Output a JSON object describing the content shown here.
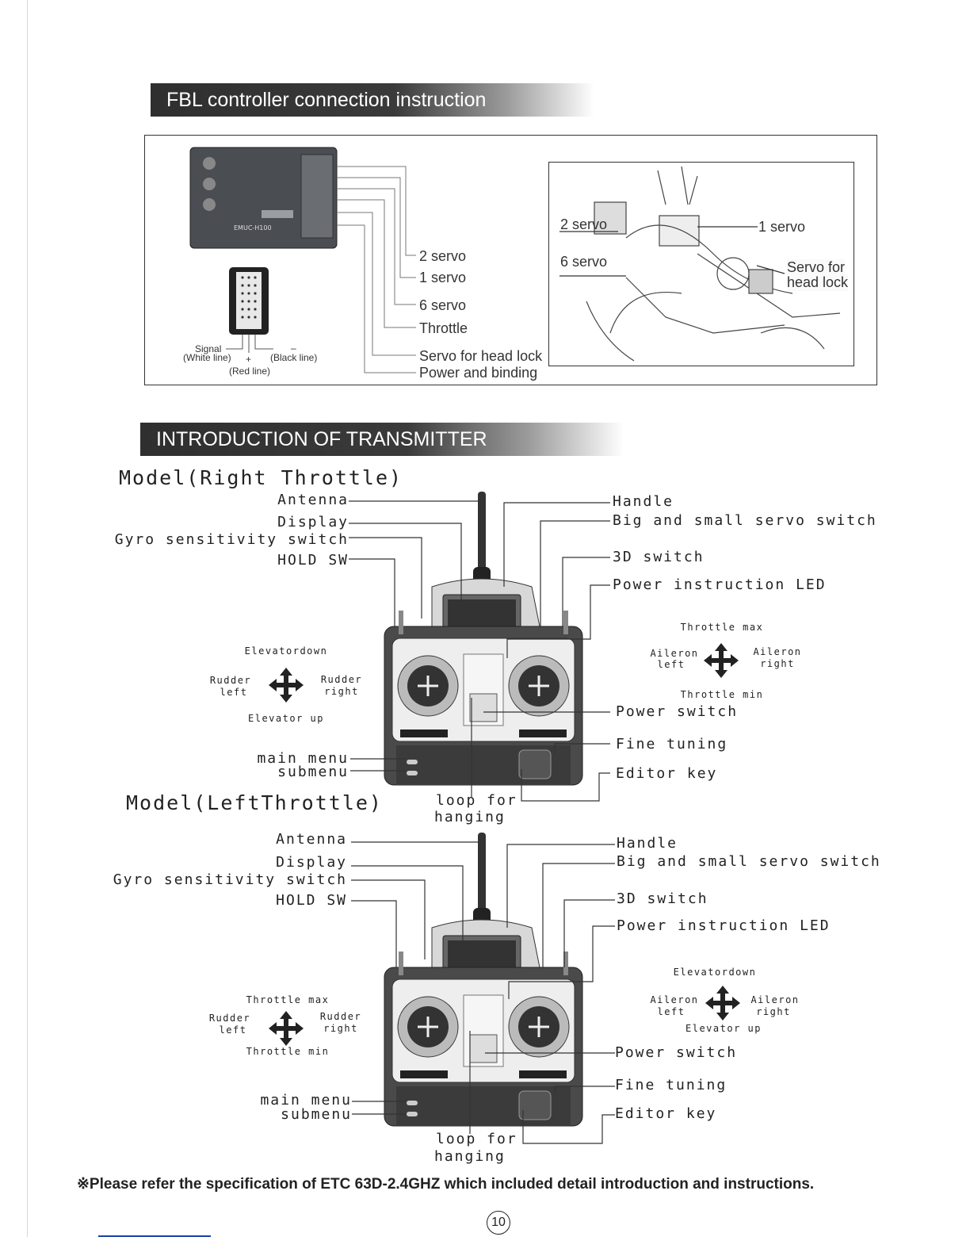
{
  "fbl": {
    "banner": "FBL controller connection instruction",
    "connections": [
      "2 servo",
      "1 servo",
      "6 servo",
      "Throttle",
      "Servo for head lock",
      "Power and binding"
    ],
    "pins": {
      "signal": "Signal",
      "white": "(White line)",
      "plus": "+",
      "minus": "–",
      "black": "(Black line)",
      "red": "(Red line)"
    },
    "heli_labels": {
      "servo2": "2 servo",
      "servo1": "1 servo",
      "servo6": "6 servo",
      "headlock_1": "Servo for",
      "headlock_2": "head lock"
    }
  },
  "transmitter": {
    "banner": "INTRODUCTION OF TRANSMITTER",
    "right_model": {
      "title": "Model(Right Throttle)",
      "left_labels": [
        "Antenna",
        "Display",
        "Gyro sensitivity switch",
        "HOLD SW"
      ],
      "right_labels": [
        "Handle",
        "Big and small servo switch",
        "3D switch",
        "Power instruction LED"
      ],
      "lower_right_labels": [
        "Power switch",
        "Fine tuning",
        "Editor key"
      ],
      "menu_labels": [
        "main menu",
        "submenu"
      ],
      "loop": [
        "loop for",
        "hanging"
      ],
      "left_stick": {
        "top": "Elevatordown",
        "bottom": "Elevator up",
        "left_1": "Rudder",
        "left_2": "left",
        "right_1": "Rudder",
        "right_2": "right"
      },
      "right_stick": {
        "top": "Throttle max",
        "bottom": "Throttle min",
        "left_1": "Aileron",
        "left_2": "left",
        "right_1": "Aileron",
        "right_2": "right"
      }
    },
    "left_model": {
      "title": "Model(LeftThrottle)",
      "left_labels": [
        "Antenna",
        "Display",
        "Gyro sensitivity switch",
        "HOLD SW"
      ],
      "right_labels": [
        "Handle",
        "Big and small servo switch",
        "3D switch",
        "Power instruction LED"
      ],
      "lower_right_labels": [
        "Power switch",
        "Fine tuning",
        "Editor key"
      ],
      "menu_labels": [
        "main menu",
        "submenu"
      ],
      "loop": [
        "loop for",
        "hanging"
      ],
      "left_stick": {
        "top": "Throttle max",
        "bottom": "Throttle min",
        "left_1": "Rudder",
        "left_2": "left",
        "right_1": "Rudder",
        "right_2": "right"
      },
      "right_stick": {
        "top": "Elevatordown",
        "bottom": "Elevator up",
        "left_1": "Aileron",
        "left_2": "left",
        "right_1": "Aileron",
        "right_2": "right"
      }
    }
  },
  "footnote": "※Please refer the specification of ETC 63D-2.4GHZ which included detail introduction and instructions.",
  "page_number": "10"
}
